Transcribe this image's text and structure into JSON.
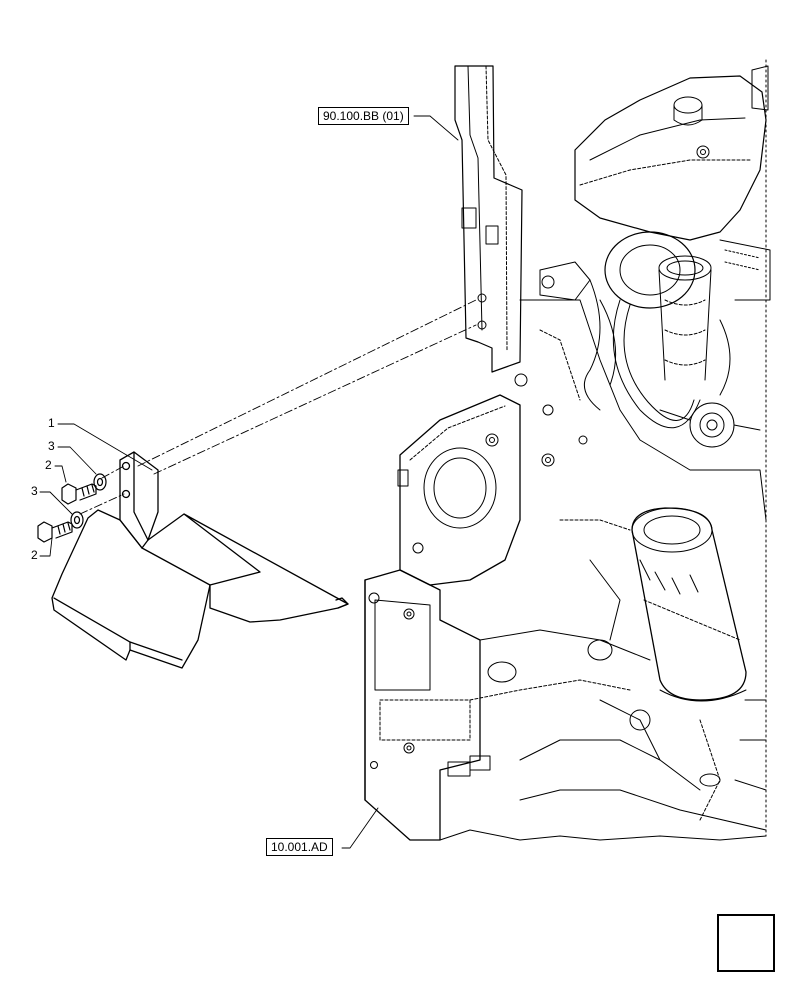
{
  "references": {
    "top_ref": "90.100.BB (01)",
    "bottom_ref": "10.001.AD"
  },
  "callouts": [
    {
      "id": "c1",
      "label": "1"
    },
    {
      "id": "c2",
      "label": "3"
    },
    {
      "id": "c3",
      "label": "2"
    },
    {
      "id": "c4",
      "label": "3"
    },
    {
      "id": "c5",
      "label": "2"
    }
  ],
  "navigation": {
    "icon": "next-page-arrow-icon"
  },
  "colors": {
    "line": "#000000",
    "background": "#ffffff",
    "arrow_fill": "#000000"
  }
}
